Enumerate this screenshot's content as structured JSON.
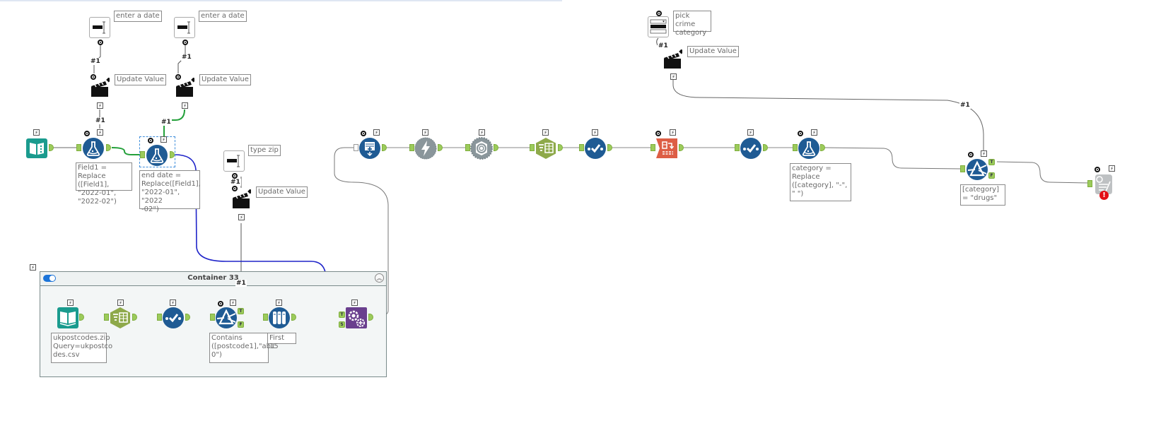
{
  "canvas": {
    "title": "Alteryx workflow canvas"
  },
  "interface_tools": {
    "date_input_1": {
      "label": "enter a date",
      "connection": "#1"
    },
    "date_input_2": {
      "label": "enter a date",
      "connection": "#1"
    },
    "zip_input": {
      "label": "type zip",
      "connection": "#1"
    },
    "crime_dropdown": {
      "label": "pick crime category",
      "connection": "#1"
    },
    "action_1": {
      "label": "Update Value",
      "connection": "#1"
    },
    "action_2": {
      "label": "Update Value",
      "connection": "#1"
    },
    "action_3": {
      "label": "Update Value",
      "connection": "#1"
    },
    "action_4": {
      "label": "Update Value",
      "connection": "#1"
    }
  },
  "tools": {
    "text_input": {
      "type": "Text Input"
    },
    "formula_1": {
      "type": "Formula",
      "annotation": "Field1 = Replace ([Field1], \"2022-01\", \"2022-02\")"
    },
    "formula_2": {
      "type": "Formula",
      "annotation": "end date = Replace([Field1], \"2022-01\", \"2022\n-02\")"
    },
    "download": {
      "type": "Download"
    },
    "dynamic_input": {
      "type": "Dynamic Input"
    },
    "json_parse": {
      "type": "JSON Parse"
    },
    "select_1": {
      "type": "Select Records"
    },
    "select_check_1": {
      "type": "Select"
    },
    "cross_tab": {
      "type": "Cross Tab"
    },
    "select_check_2": {
      "type": "Select"
    },
    "formula_3": {
      "type": "Formula",
      "annotation": "category = Replace ([category], \"-\", \" \")"
    },
    "filter_main": {
      "type": "Filter",
      "annotation": "[category] = \"drugs\""
    },
    "browse": {
      "type": "Browse",
      "status": "error"
    }
  },
  "container": {
    "title": "Container 33",
    "enabled": true,
    "tools": {
      "input": {
        "type": "Input Data",
        "annotation": "ukpostcodes.zip Query=ukpostco des.csv"
      },
      "select_records": {
        "type": "Select Records"
      },
      "select": {
        "type": "Select"
      },
      "filter": {
        "type": "Filter",
        "annotation": "Contains ([postcode1],\"ab1 0\")",
        "connection": "#1"
      },
      "sample": {
        "type": "Sample",
        "annotation": "First 15"
      },
      "macro": {
        "type": "Macro",
        "anchor_t": "T",
        "anchor_s": "S"
      }
    }
  },
  "anchors": {
    "true": "T",
    "false": "F",
    "source": "S"
  },
  "icons": {
    "bolt": "⚡",
    "collapse": "︽",
    "error": "!"
  },
  "colors": {
    "tool_blue": "#1f5b94",
    "input_teal": "#1a9b8e",
    "prep_olive": "#8ea94a",
    "transform_orange": "#dd5e45",
    "gray_dev": "#8a969b",
    "macro_purple": "#6a3f8e",
    "wire_green": "#23a03a",
    "wire_blue": "#1f24c9",
    "anchor_green": "#9ccb5b"
  }
}
